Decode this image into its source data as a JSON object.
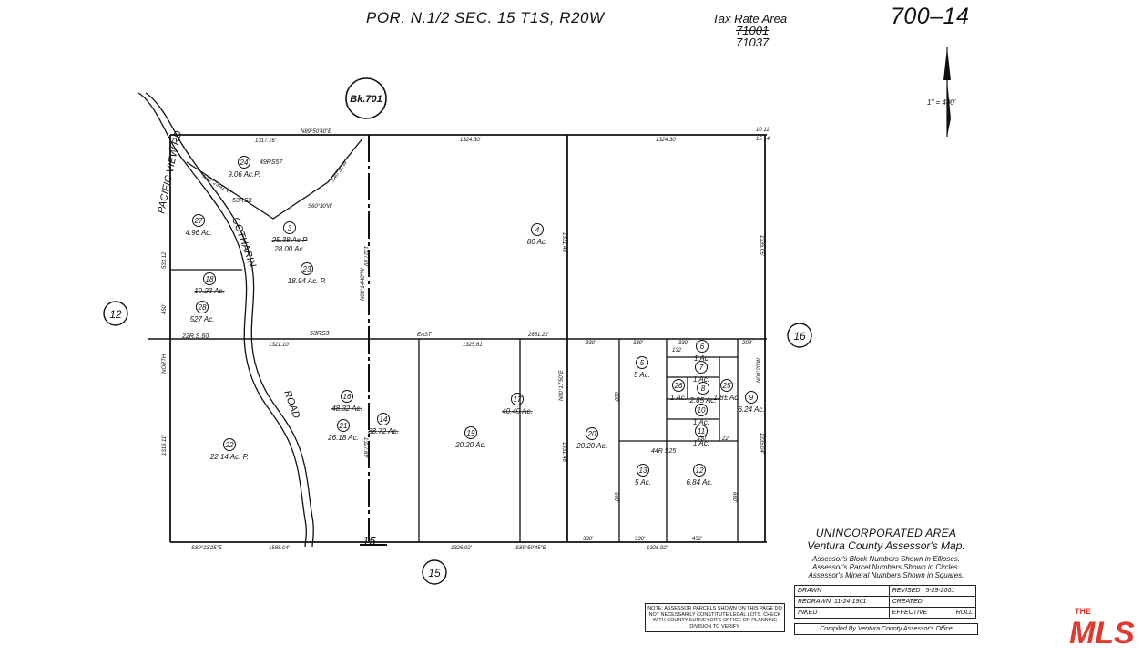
{
  "header": {
    "title": "POR. N.1/2 SEC. 15 T1S, R20W",
    "tax_rate_label": "Tax Rate Area",
    "tax_rate_old": "71001",
    "tax_rate_new": "71037",
    "map_number": "700–14"
  },
  "scale": "1\" = 400'",
  "book_label": "Bk.701",
  "roads": {
    "pacific_view": "PACIFIC VIEW RD",
    "cotharin": "COTHARIN",
    "road": "ROAD"
  },
  "adjacent_maps": [
    "12",
    "16",
    "15"
  ],
  "parcels": [
    {
      "id": "24",
      "area": "9.06 Ac.P.",
      "mineral": false
    },
    {
      "id": "27",
      "area": "4.96 Ac.",
      "mineral": false
    },
    {
      "id": "3",
      "area": "25.38 Ac.P",
      "area2": "28.00 Ac.",
      "mineral": false,
      "struck": true
    },
    {
      "id": "23",
      "area": "18.94 Ac. P.",
      "mineral": false
    },
    {
      "id": "18",
      "area": "10.23 Ac.",
      "mineral": false,
      "struck": true
    },
    {
      "id": "28",
      "area": "527 Ac.",
      "mineral": false
    },
    {
      "id": "4",
      "area": "80 Ac.",
      "mineral": false
    },
    {
      "id": "16",
      "area": "48.32 Ac.",
      "mineral": false,
      "struck": true
    },
    {
      "id": "14",
      "area": "88.72 Ac.",
      "mineral": false,
      "struck": true
    },
    {
      "id": "21",
      "area": "26.18 Ac.",
      "mineral": false
    },
    {
      "id": "22",
      "area": "22.14 Ac. P.",
      "mineral": false
    },
    {
      "id": "17",
      "area": "40.40 Ac.",
      "mineral": false,
      "struck": true
    },
    {
      "id": "19",
      "area": "20.20 Ac.",
      "mineral": false
    },
    {
      "id": "20",
      "area": "20.20 Ac.",
      "mineral": false
    },
    {
      "id": "5",
      "area": "5 Ac.",
      "mineral": false
    },
    {
      "id": "6",
      "area": "1 Ac.",
      "mineral": false
    },
    {
      "id": "7",
      "area": "1 Ac.",
      "mineral": false
    },
    {
      "id": "25",
      "area": "1.8± Ac.",
      "mineral": false
    },
    {
      "id": "26",
      "area": "1 Ac.",
      "mineral": false
    },
    {
      "id": "8",
      "area": "2.85 Ac.",
      "mineral": false
    },
    {
      "id": "10",
      "area": "1 Ac.",
      "mineral": false
    },
    {
      "id": "11",
      "area": "1 Ac.",
      "mineral": false
    },
    {
      "id": "9",
      "area": "6.24 Ac.",
      "mineral": false
    },
    {
      "id": "13",
      "area": "5 Ac.",
      "mineral": false
    },
    {
      "id": "12",
      "area": "6.84 Ac.",
      "mineral": false
    }
  ],
  "dimensions": {
    "top1": "1317.16'",
    "top2": "1324.30'",
    "top3": "1324.30'",
    "topbearing": "N89°50'40\"E",
    "corner_ne_a": "10 11",
    "corner_ne_b": "15 14",
    "mid1": "1321.10'",
    "mid2": "1325.61'",
    "mid3": "2651.22'",
    "mid_east": "EAST",
    "d330a": "330'",
    "d330b": "330'",
    "d330c": "330'",
    "d208": "208'",
    "bot1": "1585.04'",
    "bot2": "1326.92'",
    "bot3": "1326.92'",
    "bot330a": "330'",
    "bot330b": "330'",
    "bot452": "452'",
    "botbearing1": "S89°23'25\"E",
    "botbearing2": "S89°50'45\"E",
    "v1": "1327.89'",
    "v2": "1331.46'",
    "v3": "1335.05'",
    "v4": "1331.46'",
    "v5": "1327.89'",
    "v6": "1335.04'",
    "v660a": "660'",
    "v660b": "660'",
    "v660c": "660'",
    "left1": "533.12'",
    "left2": "450'",
    "left3": "1319.11'",
    "left_north": "NORTH",
    "rs1": "49RS57",
    "rs2": "53RS3",
    "rs3": "53RS3",
    "rs4": "22R.S.60",
    "rs5": "44R S25",
    "bearing_v1": "N00°14'40\"W",
    "bearing_v2": "N00°17'50\"E",
    "bearing_v3": "N00°20'W",
    "diag1": "N87°23'41\"W",
    "diag2": "S60°30'W",
    "diag3": "S40°50'W",
    "tic_right": "132",
    "small_22": "22'",
    "cornerlabel": "15"
  },
  "legend": {
    "line1": "UNINCORPORATED AREA",
    "line2": "Ventura County Assessor's Map.",
    "line3": "Assessor's Block Numbers Shown in Ellipses.",
    "line4": "Assessor's Parcel Numbers Shown in Circles.",
    "line5": "Assessor's Mineral Numbers Shown in Squares."
  },
  "revisions": {
    "drawn": "DRAWN",
    "revised": "REVISED",
    "revised_date": "5-29-2001",
    "redrawn": "REDRAWN",
    "redrawn_date": "11-24-1961",
    "created": "CREATED",
    "inked": "INKED",
    "effective": "EFFECTIVE",
    "roll": "ROLL",
    "compiled": "Compiled By Ventura County Assessor's Office"
  },
  "note": "NOTE: ASSESSOR PARCELS SHOWN ON THIS PAGE DO NOT NECESSARILY CONSTITUTE LEGAL LOTS. CHECK WITH COUNTY SURVEYOR'S OFFICE OR PLANNING DIVISION TO VERIFY.",
  "logo": {
    "text": "MLS",
    "small": "THE",
    "color": "#e03a2f"
  }
}
